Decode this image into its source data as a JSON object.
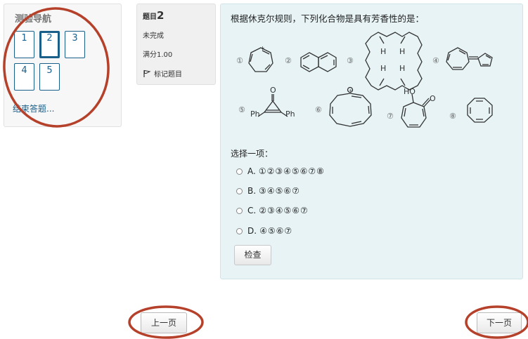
{
  "quiz_nav": {
    "title": "测验导航",
    "buttons": [
      "1",
      "2",
      "3",
      "4",
      "5"
    ],
    "current": "2",
    "finish_label": "结束答题..."
  },
  "question_info": {
    "label": "题目",
    "number": "2",
    "state": "未完成",
    "grade": "满分1.00",
    "flag_label": "标记题目"
  },
  "question": {
    "text": "根据休克尔规则，下列化合物是具有芳香性的是：",
    "structure_numbers": [
      "①",
      "②",
      "③",
      "④",
      "⑤",
      "⑥",
      "⑦",
      "⑧"
    ],
    "atom_labels": {
      "h": "H",
      "oxygen": "O",
      "phenyl": "Ph",
      "hydroxyl": "HO",
      "charge": "+"
    },
    "select_prompt": "选择一项：",
    "options": [
      {
        "letter": "A.",
        "text": "①②③④⑤⑥⑦⑧"
      },
      {
        "letter": "B.",
        "text": "③④⑤⑥⑦"
      },
      {
        "letter": "C.",
        "text": "②③④⑤⑥⑦"
      },
      {
        "letter": "D.",
        "text": "④⑤⑥⑦"
      }
    ],
    "check_label": "检查"
  },
  "page_nav": {
    "prev_label": "上一页",
    "next_label": "下一页"
  },
  "colors": {
    "link": "#1a5f8a",
    "annotation": "#b5412b",
    "content_bg": "#e7f3f5"
  },
  "icons": [
    "flag-icon",
    "radio-icon"
  ]
}
